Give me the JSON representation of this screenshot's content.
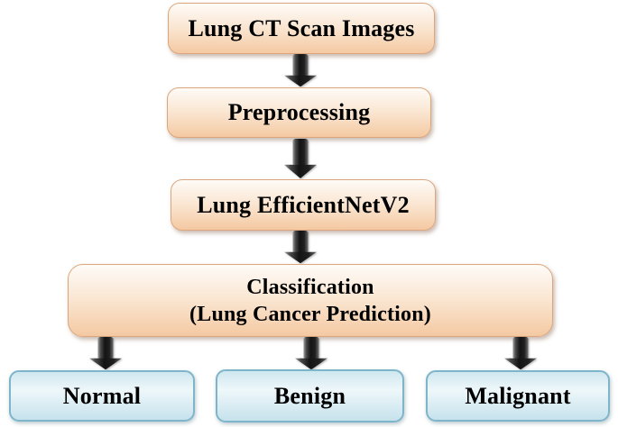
{
  "flowchart": {
    "type": "flowchart",
    "background": "#ffffff",
    "nodes": [
      {
        "id": "lung-ct-scan-images",
        "label": "Lung CT Scan Images",
        "shape": "rounded-rectangle",
        "style": "peach"
      },
      {
        "id": "preprocessing",
        "label": "Preprocessing",
        "shape": "rounded-rectangle",
        "style": "peach"
      },
      {
        "id": "lung-efficientnetv2",
        "label": "Lung EfficientNetV2",
        "shape": "rounded-rectangle",
        "style": "peach"
      },
      {
        "id": "classification",
        "label": "Classification",
        "sublabel": "(Lung Cancer Prediction)",
        "shape": "rounded-rectangle",
        "style": "peach"
      },
      {
        "id": "normal",
        "label": "Normal",
        "shape": "rounded-rectangle",
        "style": "blue"
      },
      {
        "id": "benign",
        "label": "Benign",
        "shape": "rounded-rectangle",
        "style": "blue"
      },
      {
        "id": "malignant",
        "label": "Malignant",
        "shape": "rounded-rectangle",
        "style": "blue"
      }
    ],
    "edges": [
      {
        "from": "lung-ct-scan-images",
        "to": "preprocessing"
      },
      {
        "from": "preprocessing",
        "to": "lung-efficientnetv2"
      },
      {
        "from": "lung-efficientnetv2",
        "to": "classification"
      },
      {
        "from": "classification",
        "to": "normal"
      },
      {
        "from": "classification",
        "to": "benign"
      },
      {
        "from": "classification",
        "to": "malignant"
      }
    ],
    "colors": {
      "process_border": "#dba67d",
      "process_fill_top": "#fefbf7",
      "process_fill_mid": "#fae6d2",
      "process_fill_bottom": "#f4c9a2",
      "output_border": "#7fb5cb",
      "output_fill_top": "#cfe7ef",
      "output_fill_mid": "#eef7fa",
      "output_fill_bottom": "#c6e2ec",
      "arrow_core": "#141414",
      "text": "#000000"
    }
  }
}
